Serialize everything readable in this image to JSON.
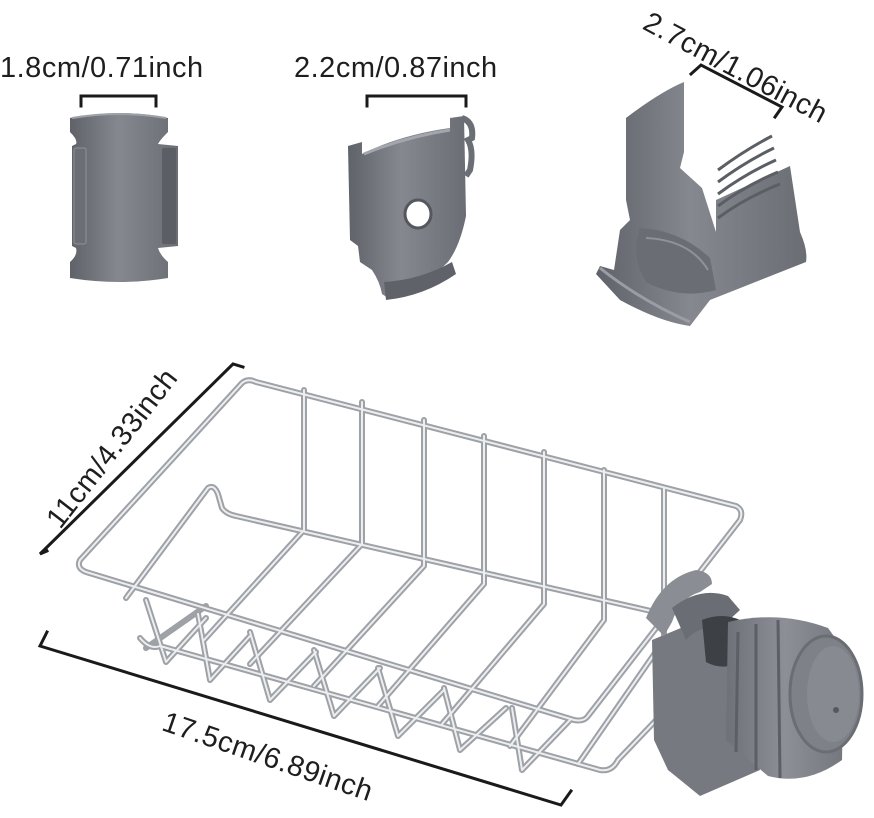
{
  "image": {
    "background": "#ffffff",
    "plastic_color": "#7b7f86",
    "plastic_shade": "#5f6369",
    "plastic_light": "#9a9ea4",
    "wire_color": "#c4c7cb",
    "wire_highlight": "#eef0f2",
    "dimension_line_color": "#1a1a1a"
  },
  "adapters": [
    {
      "name": "small-adapter",
      "dimension_label": "1.8cm/0.71inch"
    },
    {
      "name": "medium-adapter",
      "dimension_label": "2.2cm/0.87inch"
    },
    {
      "name": "large-adapter",
      "dimension_label": "2.7cm/1.06inch"
    }
  ],
  "basket": {
    "width_label": "11cm/4.33inch",
    "length_label": "17.5cm/6.89inch"
  }
}
